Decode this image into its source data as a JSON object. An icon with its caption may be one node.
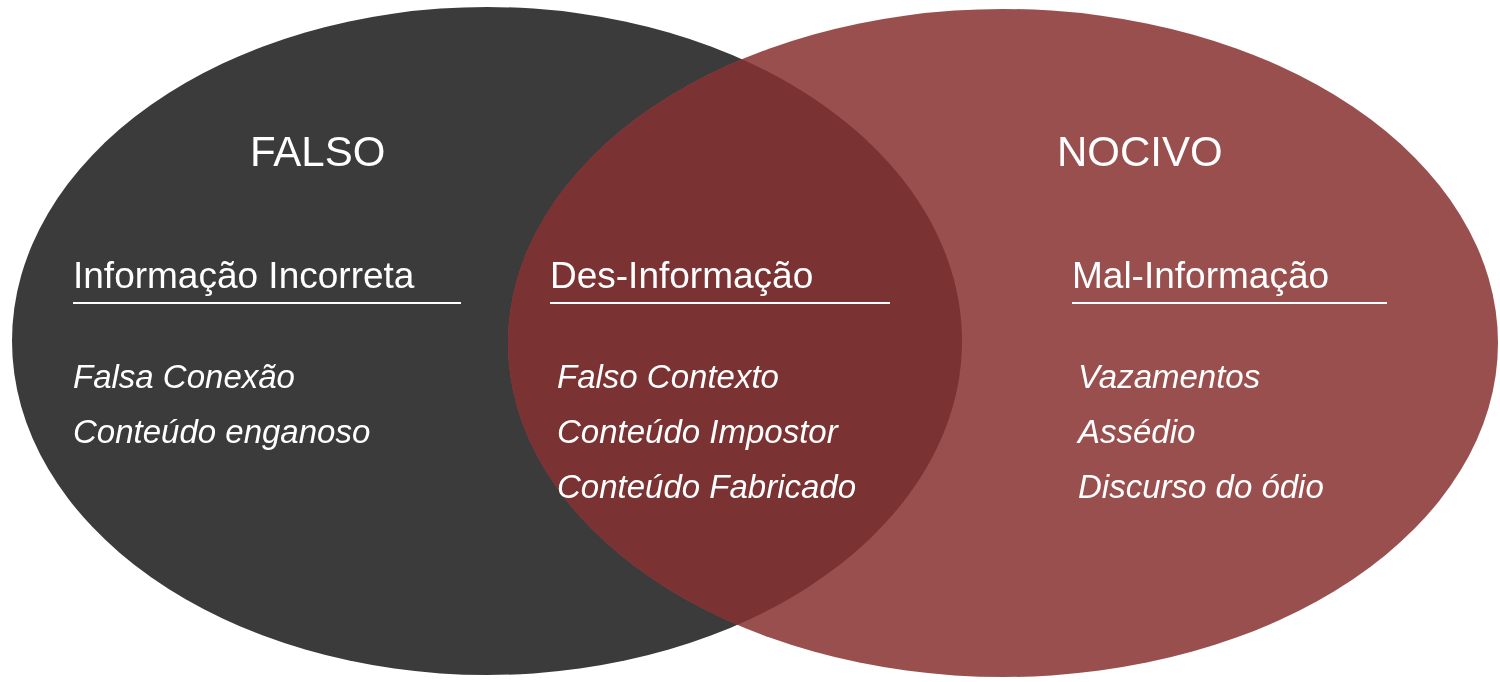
{
  "diagram": {
    "nodes": [
      {
        "text": [
          "FALSO",
          "Informação Incorreta",
          "Falsa Conexão",
          "Conteúdo enganoso"
        ]
      },
      {
        "text": [
          "NOCIVO",
          "Mal-Informação",
          "Vazamentos",
          "Assédio",
          "Discurso do ódio"
        ]
      },
      {
        "text": [
          "Des-Informação",
          "Falso Contexto",
          "Conteúdo Impostor",
          "Conteúdo Fabricado"
        ]
      }
    ]
  }
}
